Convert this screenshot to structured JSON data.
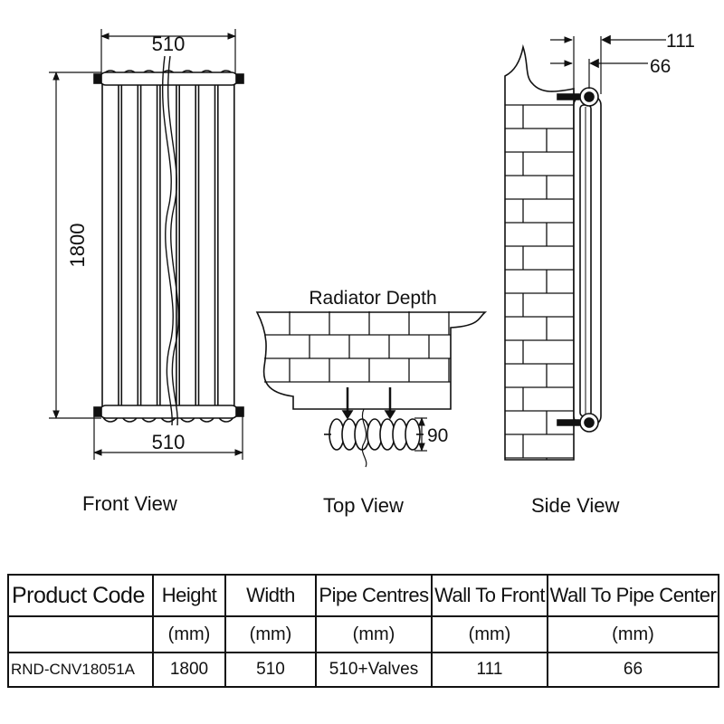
{
  "dimensions": {
    "front_width_top": "510",
    "front_width_bottom": "510",
    "front_height": "1800",
    "top_depth": "90",
    "side_wall_to_front": "111",
    "side_wall_to_pipe": "66"
  },
  "labels": {
    "radiator_depth": "Radiator Depth",
    "front_view": "Front View",
    "top_view": "Top View",
    "side_view": "Side View"
  },
  "table": {
    "headers": [
      "Product Code",
      "Height",
      "Width",
      "Pipe Centres",
      "Wall To Front",
      "Wall To Pipe Center"
    ],
    "units": [
      "",
      "(mm)",
      "(mm)",
      "(mm)",
      "(mm)",
      "(mm)"
    ],
    "rows": [
      [
        "RND-CNV18051A",
        "1800",
        "510",
        "510+Valves",
        "111",
        "66"
      ]
    ]
  },
  "colors": {
    "line": "#111111",
    "background": "#ffffff"
  }
}
